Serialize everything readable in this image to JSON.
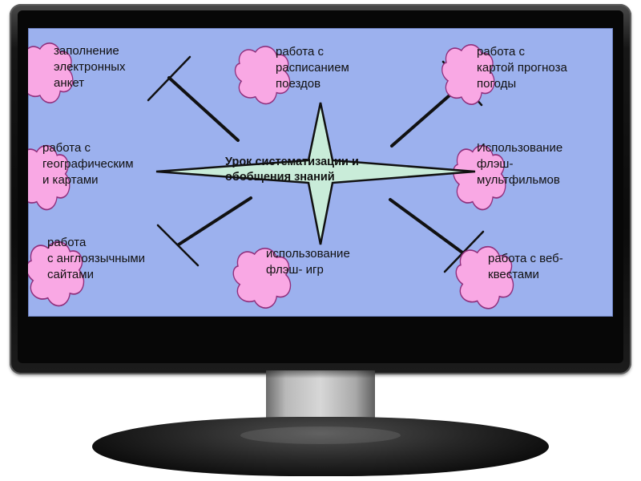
{
  "diagram": {
    "center_title": "Урок систематизации и\nобобщения знаний",
    "items": [
      {
        "id": "questionnaires",
        "text": "заполнение\nэлектронных\nанкет"
      },
      {
        "id": "train-schedule",
        "text": "работа с\nрасписанием\nпоездов"
      },
      {
        "id": "weather-map",
        "text": "работа с\nкартой  прогноза\nпогоды"
      },
      {
        "id": "geo-maps",
        "text": "работа с\nгеографическим\nи картами"
      },
      {
        "id": "flash-cartoons",
        "text": "Использование\nфлэш-\nмультфильмов"
      },
      {
        "id": "english-sites",
        "text": "работа\nс  англоязычными\nсайтами"
      },
      {
        "id": "flash-games",
        "text": "использование\nфлэш- игр"
      },
      {
        "id": "web-quests",
        "text": "работа с веб-\nквестами"
      }
    ]
  },
  "colors": {
    "screen_bg": "#9cb1ee",
    "cloud_fill": "#f9a8e4",
    "star_fill": "#c9ecd9",
    "line": "#111111"
  }
}
